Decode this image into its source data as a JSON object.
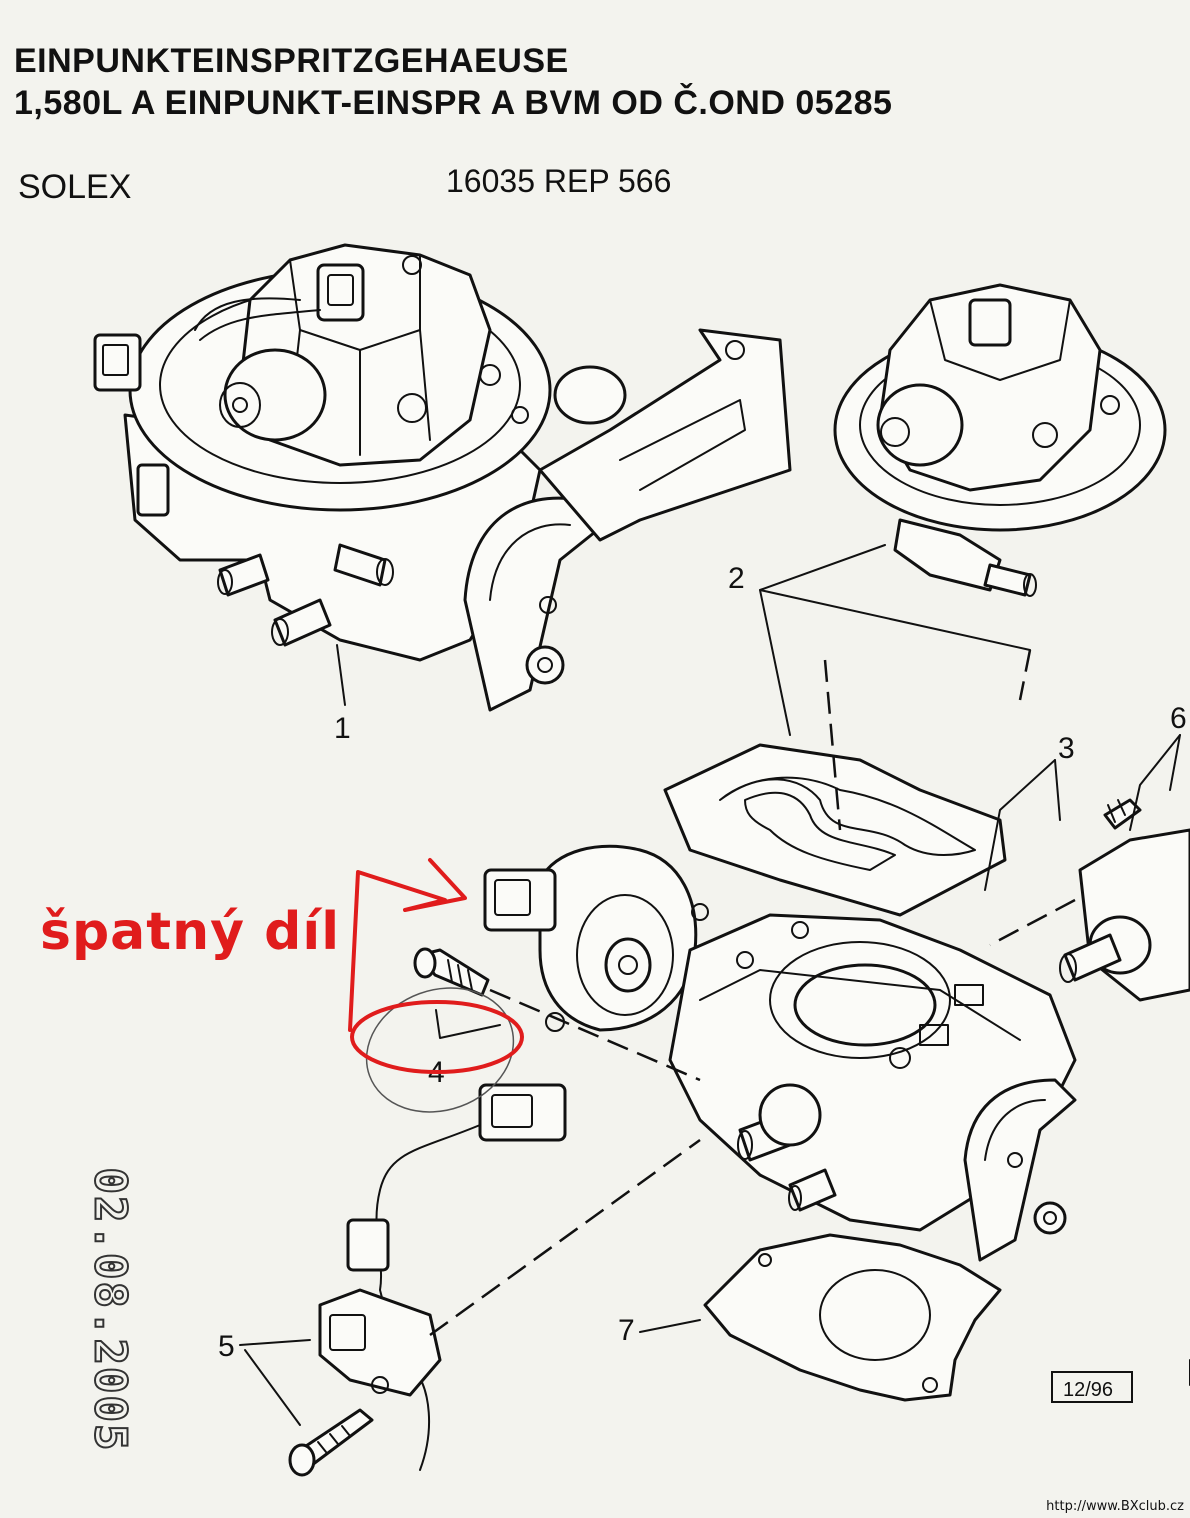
{
  "header": {
    "title": "EINPUNKTEINSPRITZGEHAEUSE",
    "subtitle": "1,580L A EINPUNKT-EINSPR A BVM OD Č.OND 05285",
    "manufacturer": "SOLEX",
    "reference": "16035 REP 566"
  },
  "callouts": {
    "part_1": "1",
    "part_2": "2",
    "part_3": "3",
    "part_4": "4",
    "part_5": "5",
    "part_6": "6",
    "part_7": "7"
  },
  "annotation": {
    "text": "špatný díl",
    "color": "#e01c1c"
  },
  "revision": "12/96",
  "date_stamp": "02.08.2005",
  "source_url": "http://www.BXclub.cz"
}
